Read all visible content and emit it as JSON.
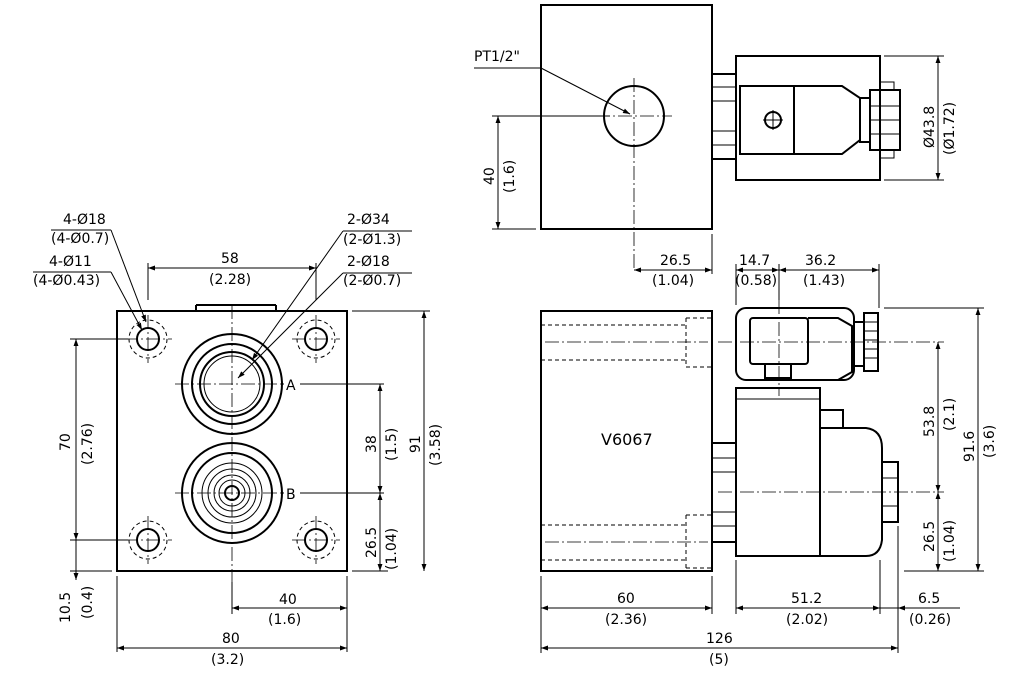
{
  "model": "V6067",
  "ports": {
    "a": "A",
    "b": "B"
  },
  "callouts": {
    "hole18": "4-Ø18",
    "hole18_in": "(4-Ø0.7)",
    "hole11": "4-Ø11",
    "hole11_in": "(4-Ø0.43)",
    "bore34": "2-Ø34",
    "bore34_in": "(2-Ø1.3)",
    "bore18": "2-Ø18",
    "bore18_in": "(2-Ø0.7)",
    "thread": "PT1/2\""
  },
  "dims": {
    "w58": "58",
    "w58_in": "(2.28)",
    "h70": "70",
    "h70_in": "(2.76)",
    "h38": "38",
    "h38_in": "(1.5)",
    "h91": "91",
    "h91_in": "(3.58)",
    "h265": "26.5",
    "h265_in": "(1.04)",
    "h105": "10.5",
    "h105_in": "(0.4)",
    "w40": "40",
    "w40_in": "(1.6)",
    "w80": "80",
    "w80_in": "(3.2)",
    "v40": "40",
    "v40_in": "(1.6)",
    "w265": "26.5",
    "w265_in": "(1.04)",
    "d438": "Ø43.8",
    "d438_in": "(Ø1.72)",
    "w147": "14.7",
    "w147_in": "(0.58)",
    "w362": "36.2",
    "w362_in": "(1.43)",
    "h538": "53.8",
    "h538_in": "(2.1)",
    "h916": "91.6",
    "h916_in": "(3.6)",
    "rh265": "26.5",
    "rh265_in": "(1.04)",
    "w60": "60",
    "w60_in": "(2.36)",
    "w512": "51.2",
    "w512_in": "(2.02)",
    "w65": "6.5",
    "w65_in": "(0.26)",
    "w126": "126",
    "w126_in": "(5)"
  }
}
